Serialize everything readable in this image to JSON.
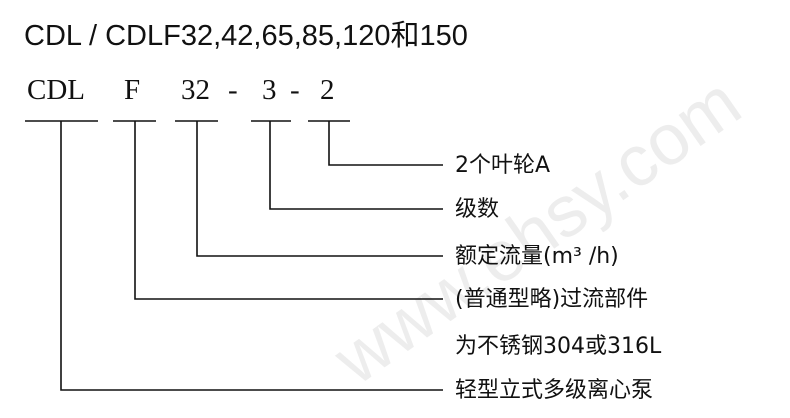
{
  "title": "CDL / CDLF32,42,65,85,120和150",
  "code_parts": [
    "CDL",
    "F",
    "32",
    "-",
    "3",
    "-",
    "2"
  ],
  "labels": [
    "2个叶轮A",
    "级数",
    "额定流量(m³ /h)",
    "(普通型略)过流部件",
    "为不锈钢304或316L",
    "轻型立式多级离心泵"
  ],
  "watermark": "www.ehsy.com"
}
